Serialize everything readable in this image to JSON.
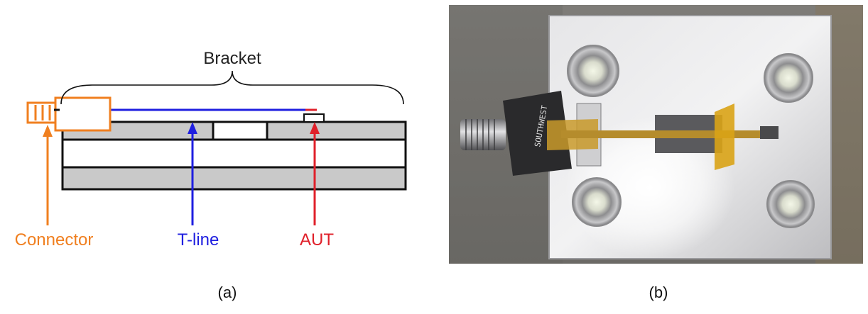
{
  "panel_a": {
    "labels": {
      "bracket": "Bracket",
      "connector": "Connector",
      "tline": "T-line",
      "aut": "AUT"
    },
    "caption": "(a)"
  },
  "panel_b": {
    "caption": "(b)",
    "connector_marking": "SOUTHWEST"
  },
  "colors": {
    "connector": "#f07f1f",
    "tline": "#1f1fe0",
    "aut": "#e0202a",
    "substrate": "#c9c9c9",
    "outline": "#111111"
  }
}
